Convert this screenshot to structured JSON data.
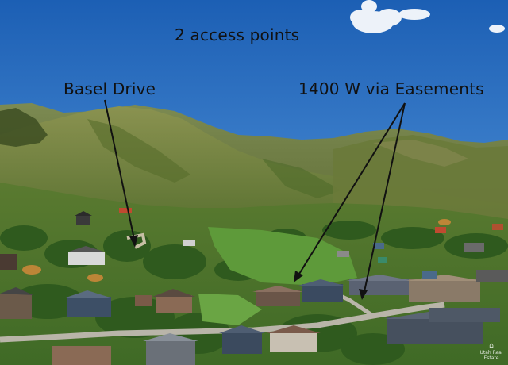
{
  "photo": {
    "description_icon": "aerial-landscape-photo",
    "captions": {
      "title": "2 access points",
      "left_label": "Basel Drive",
      "right_label": "1400 W via Easements"
    },
    "watermark": {
      "icon": "house-logo-icon",
      "text": "Utah Real Estate"
    },
    "colors": {
      "sky_top": "#1f63b8",
      "sky_bottom": "#9ec3e6",
      "mountain": "#6f7d3e",
      "lawn": "#5f9a3c",
      "arrow": "#111111"
    }
  }
}
